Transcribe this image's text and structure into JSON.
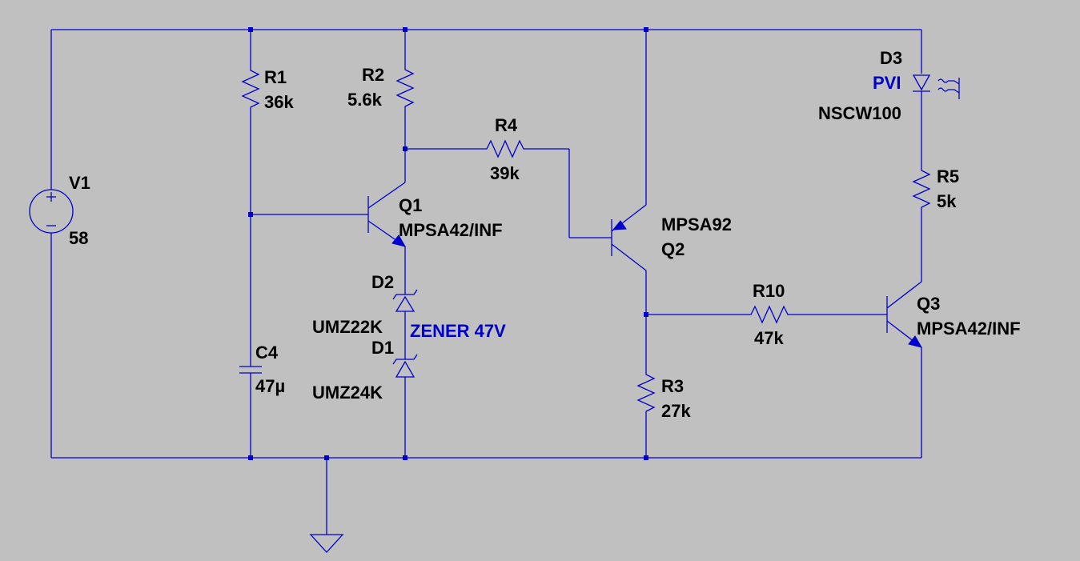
{
  "colors": {
    "background": "#c0c0c0",
    "wire": "#0000cc",
    "label": "#000000",
    "directive": "#0000cc"
  },
  "components": {
    "V1": {
      "name": "V1",
      "value": "58"
    },
    "R1": {
      "name": "R1",
      "value": "36k"
    },
    "R2": {
      "name": "R2",
      "value": "5.6k"
    },
    "R3": {
      "name": "R3",
      "value": "27k"
    },
    "R4": {
      "name": "R4",
      "value": "39k"
    },
    "R5": {
      "name": "R5",
      "value": "5k"
    },
    "R10": {
      "name": "R10",
      "value": "47k"
    },
    "C4": {
      "name": "C4",
      "value": "47µ"
    },
    "Q1": {
      "name": "Q1",
      "value": "MPSA42/INF"
    },
    "Q2": {
      "name": "Q2",
      "value": "MPSA92"
    },
    "Q3": {
      "name": "Q3",
      "value": "MPSA42/INF"
    },
    "D1": {
      "name": "D1",
      "value": "UMZ24K"
    },
    "D2": {
      "name": "D2",
      "value": "UMZ22K"
    },
    "D3": {
      "name": "D3",
      "value": "NSCW100",
      "instance_label": "PVI"
    }
  },
  "annotations": {
    "zener_note": "ZENER 47V"
  },
  "icons": [
    "voltage-source-icon",
    "resistor-icon",
    "capacitor-icon",
    "npn-transistor-icon",
    "pnp-transistor-icon",
    "zener-diode-icon",
    "led-icon",
    "ground-icon"
  ]
}
